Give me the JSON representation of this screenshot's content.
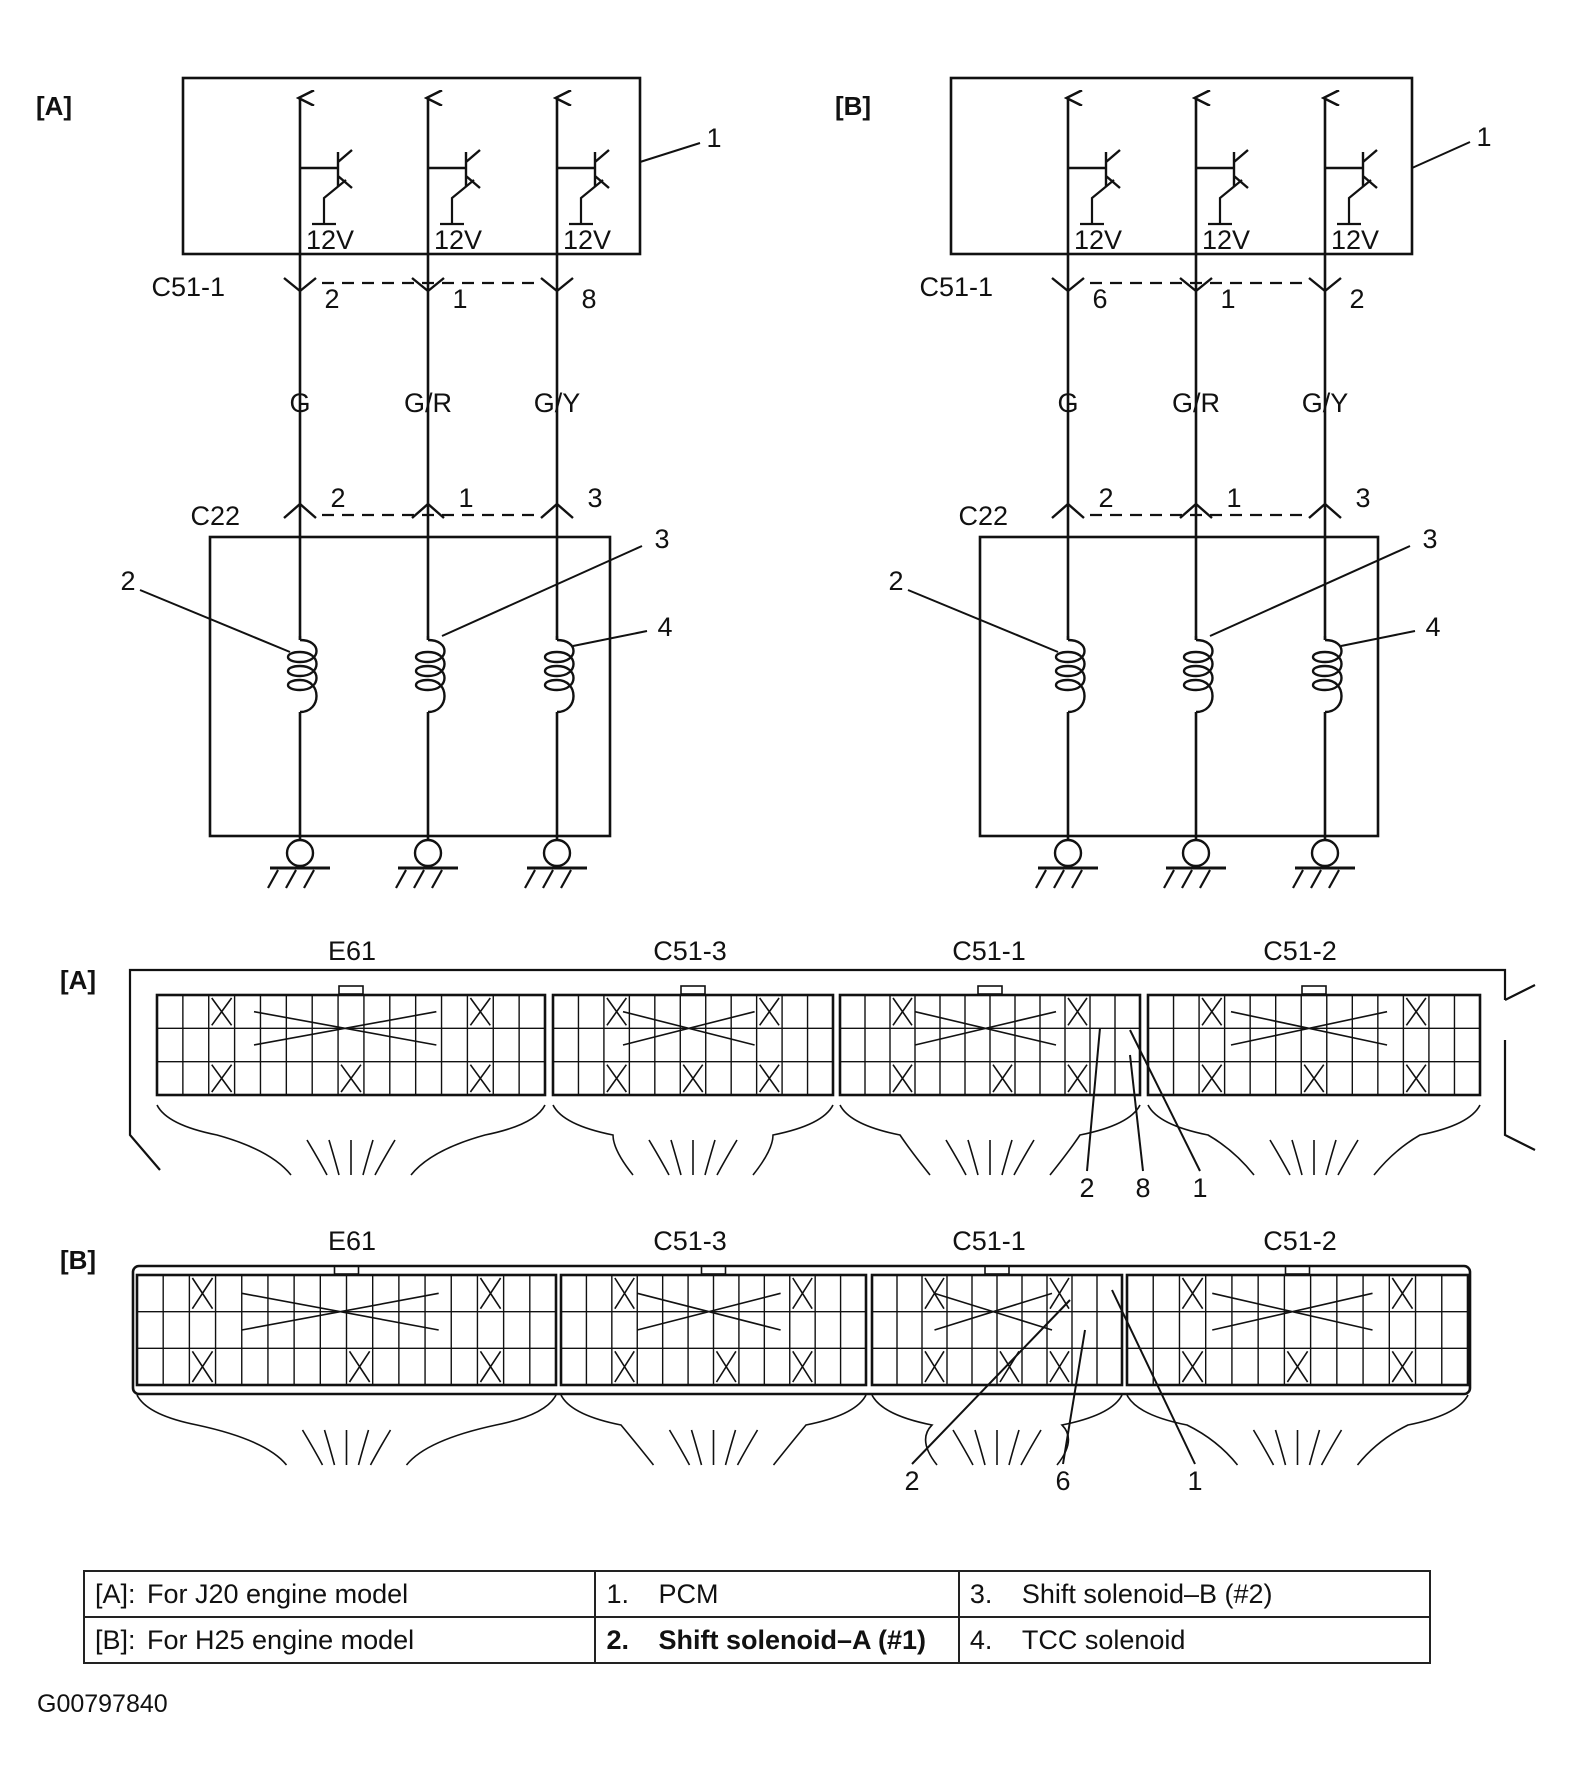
{
  "schematics": [
    {
      "panel": "[A]",
      "pcm_number": "1",
      "voltage_labels": [
        "12V",
        "12V",
        "12V"
      ],
      "c51_connector": "C51-1",
      "c51_pins": [
        "2",
        "1",
        "8"
      ],
      "wire_colors": [
        "G",
        "G/R",
        "G/Y"
      ],
      "c22_connector": "C22",
      "c22_pins": [
        "2",
        "1",
        "3"
      ],
      "solenoid_numbers": [
        "2",
        "3",
        "4"
      ]
    },
    {
      "panel": "[B]",
      "pcm_number": "1",
      "voltage_labels": [
        "12V",
        "12V",
        "12V"
      ],
      "c51_connector": "C51-1",
      "c51_pins": [
        "6",
        "1",
        "2"
      ],
      "wire_colors": [
        "G",
        "G/R",
        "G/Y"
      ],
      "c22_connector": "C22",
      "c22_pins": [
        "2",
        "1",
        "3"
      ],
      "solenoid_numbers": [
        "2",
        "3",
        "4"
      ]
    }
  ],
  "connector_views": [
    {
      "panel": "[A]",
      "connector_names": [
        "E61",
        "C51-3",
        "C51-1",
        "C51-2"
      ],
      "pin_callouts": [
        "2",
        "8",
        "1"
      ]
    },
    {
      "panel": "[B]",
      "connector_names": [
        "E61",
        "C51-3",
        "C51-1",
        "C51-2"
      ],
      "pin_callouts": [
        "2",
        "6",
        "1"
      ]
    }
  ],
  "legend": {
    "rows": [
      [
        {
          "key": "[A]:",
          "text": "For J20 engine model",
          "bold": false
        },
        {
          "key": "1.",
          "text": "PCM",
          "bold": false
        },
        {
          "key": "3.",
          "text": "Shift solenoid–B (#2)",
          "bold": false
        }
      ],
      [
        {
          "key": "[B]:",
          "text": "For H25 engine model",
          "bold": false
        },
        {
          "key": "2.",
          "text": "Shift solenoid–A (#1)",
          "bold": true
        },
        {
          "key": "4.",
          "text": "TCC solenoid",
          "bold": false
        }
      ]
    ]
  },
  "figure_id": "G00797840"
}
